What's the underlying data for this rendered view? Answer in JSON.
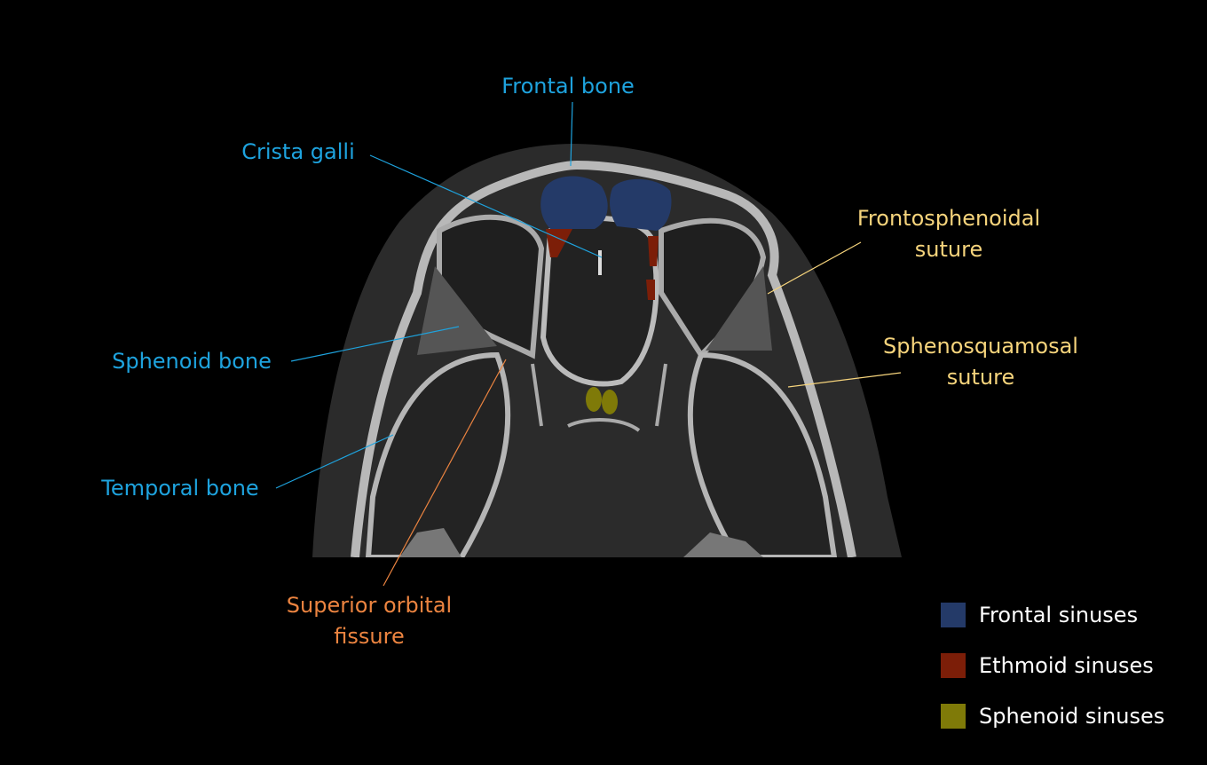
{
  "labels": {
    "frontal_bone": "Frontal bone",
    "crista_galli": "Crista galli",
    "frontosphenoidal_suture": [
      "Frontosphenoidal",
      "suture"
    ],
    "sphenosquamosal_suture": [
      "Sphenosquamosal",
      "suture"
    ],
    "sphenoid_bone": "Sphenoid bone",
    "temporal_bone": "Temporal bone",
    "superior_orbital_fissure": [
      "Superior orbital",
      "fissure"
    ]
  },
  "legend": [
    {
      "label": "Frontal sinuses",
      "color": "#243a68"
    },
    {
      "label": "Ethmoid sinuses",
      "color": "#7c1e08"
    },
    {
      "label": "Sphenoid sinuses",
      "color": "#7f7a08"
    }
  ],
  "colors": {
    "bone_label": "#1ea3de",
    "suture_label": "#f6d47c",
    "fissure_label": "#ec8440"
  }
}
